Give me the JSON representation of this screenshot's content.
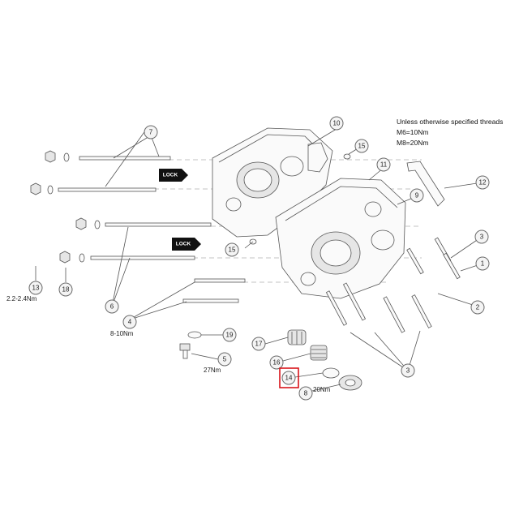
{
  "note": {
    "lines": [
      "Unless otherwise specified threads",
      "M6=10Nm",
      "M8=20Nm"
    ]
  },
  "lock_labels": [
    "LOCK",
    "LOCK"
  ],
  "torque": {
    "t13": "2.2-2.4Nm",
    "t4": "8-10Nm",
    "t5": "27Nm",
    "t8": "20Nm"
  },
  "callouts": {
    "c1": "1",
    "c2": "2",
    "c3a": "3",
    "c3b": "3",
    "c4": "4",
    "c5": "5",
    "c6": "6",
    "c7": "7",
    "c8": "8",
    "c9": "9",
    "c10": "10",
    "c11": "11",
    "c12": "12",
    "c13": "13",
    "c14": "14",
    "c15a": "15",
    "c15b": "15",
    "c16": "16",
    "c17": "17",
    "c18": "18",
    "c19": "19"
  },
  "highlight": {
    "callout": "14",
    "color": "#d9141a"
  }
}
